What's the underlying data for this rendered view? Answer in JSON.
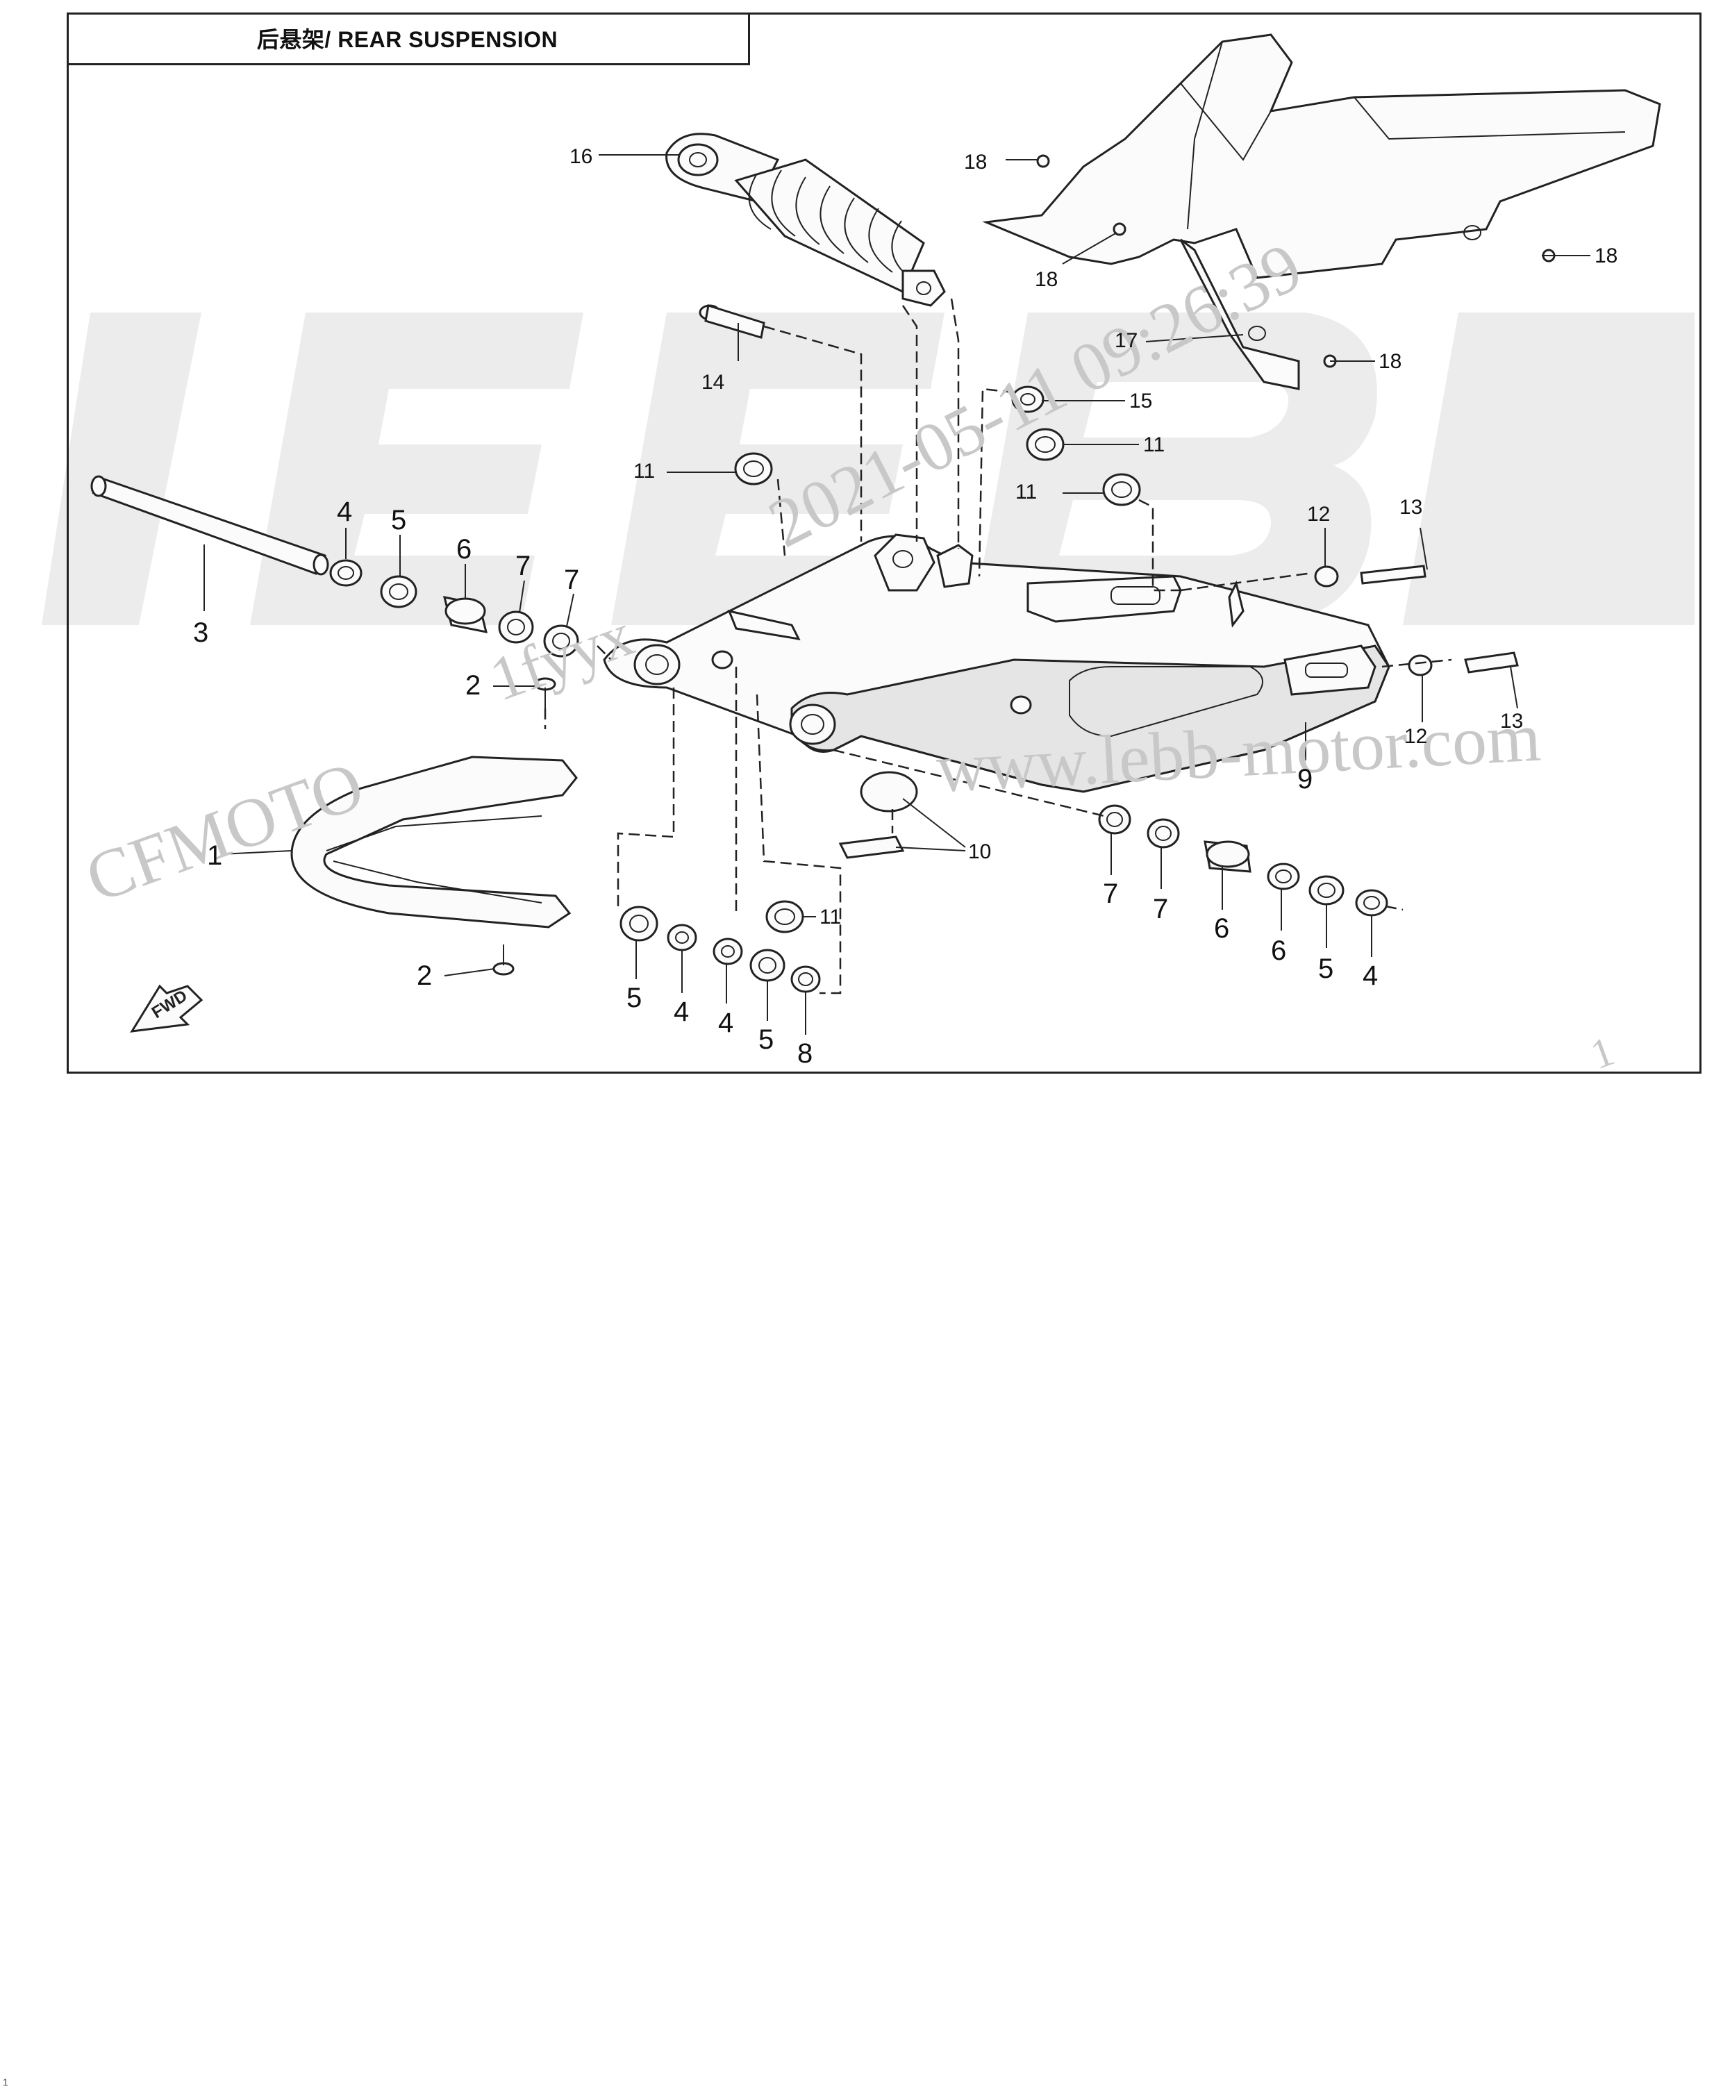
{
  "title": "后悬架/ REAR SUSPENSION",
  "watermarks": {
    "brand": "CFMOTO",
    "code": "1fyyx",
    "date": "2021-05-11 09:26:39",
    "site": "www.lebb-motor.com",
    "logo_letters": "LEEB",
    "corner": "1"
  },
  "forward_marker": "FWD",
  "page_number": "1",
  "callouts": [
    {
      "label": "1"
    },
    {
      "label": "2"
    },
    {
      "label": "2"
    },
    {
      "label": "3"
    },
    {
      "label": "4"
    },
    {
      "label": "4"
    },
    {
      "label": "4"
    },
    {
      "label": "4"
    },
    {
      "label": "5"
    },
    {
      "label": "5"
    },
    {
      "label": "5"
    },
    {
      "label": "5"
    },
    {
      "label": "6"
    },
    {
      "label": "6"
    },
    {
      "label": "7"
    },
    {
      "label": "7"
    },
    {
      "label": "7"
    },
    {
      "label": "7"
    },
    {
      "label": "8"
    },
    {
      "label": "9"
    },
    {
      "label": "10"
    },
    {
      "label": "11"
    },
    {
      "label": "11"
    },
    {
      "label": "11"
    },
    {
      "label": "11"
    },
    {
      "label": "12"
    },
    {
      "label": "12"
    },
    {
      "label": "13"
    },
    {
      "label": "13"
    },
    {
      "label": "14"
    },
    {
      "label": "15"
    },
    {
      "label": "16"
    },
    {
      "label": "17"
    },
    {
      "label": "18"
    },
    {
      "label": "18"
    },
    {
      "label": "18"
    },
    {
      "label": "18"
    }
  ]
}
